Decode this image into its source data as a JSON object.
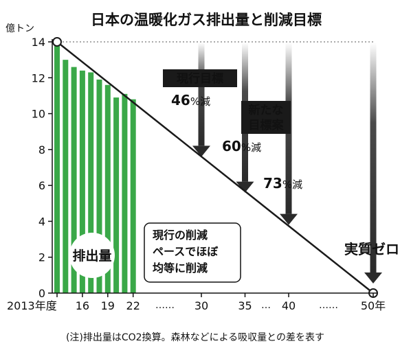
{
  "chart_data": {
    "type": "bar",
    "title": "日本の温暖化ガス排出量と削減目標",
    "ylabel": "億トン",
    "ylim": [
      0,
      14
    ],
    "yticks": [
      0,
      2,
      4,
      6,
      8,
      10,
      12,
      14
    ],
    "years": [
      2013,
      2014,
      2015,
      2016,
      2017,
      2018,
      2019,
      2020,
      2021,
      2022
    ],
    "values": [
      14.1,
      13.0,
      12.6,
      12.4,
      12.3,
      11.9,
      11.6,
      10.9,
      11.1,
      10.8
    ],
    "series_label": "排出量",
    "target_line": {
      "from": [
        2013,
        14.0
      ],
      "to": [
        2050,
        0
      ]
    },
    "x_tick_labels": [
      {
        "year": 2013,
        "label": "2013年度"
      },
      {
        "year": 2016,
        "label": "16"
      },
      {
        "year": 2019,
        "label": "19"
      },
      {
        "year": 2022,
        "label": "22"
      },
      {
        "year": 2030,
        "label": "30"
      },
      {
        "year": 2035,
        "label": "35"
      },
      {
        "year": 2040,
        "label": "40"
      },
      {
        "year": 2050,
        "label": "50年"
      }
    ],
    "x_dots": [
      {
        "after": 2022,
        "text": "……"
      },
      {
        "after": 2035,
        "text": "…"
      },
      {
        "after": 2040,
        "text": "……"
      }
    ],
    "targets": [
      {
        "year": 2030,
        "pct": "46",
        "unit": "%減",
        "value": 7.6
      },
      {
        "year": 2035,
        "pct": "60",
        "unit": "%減",
        "value": 5.6
      },
      {
        "year": 2040,
        "pct": "73",
        "unit": "%減",
        "value": 3.8
      },
      {
        "year": 2050,
        "label": "実質ゼロ",
        "value": 0
      }
    ],
    "current_target_label": "現行目標",
    "new_target_label": [
      "新たな",
      "目標案"
    ],
    "annotation_lines": [
      "現行の削減",
      "ペースでほぼ",
      "均等に削減"
    ],
    "footnote": "(注)排出量はCO2換算。森林などによる吸収量との差を表す"
  },
  "colors": {
    "bar": "#3aa848",
    "label_box": "#1a1a1a",
    "text": "#111111",
    "arrow": "#2a2a2a"
  }
}
